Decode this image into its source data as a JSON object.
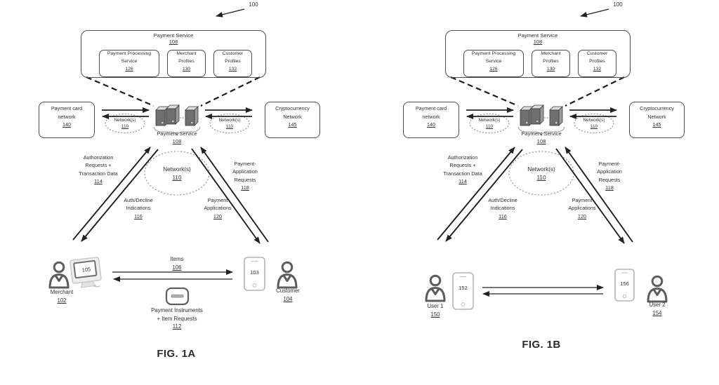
{
  "figure": {
    "ref_label": "100",
    "fig1a_caption": "FIG. 1A",
    "fig1b_caption": "FIG. 1B"
  },
  "payment_service": {
    "title": "Payment Service",
    "ref": "108",
    "processing": {
      "line1": "Payment Processing",
      "line2": "Service",
      "ref": "126"
    },
    "merchant_profiles": {
      "line1": "Merchant",
      "line2": "Profiles",
      "ref": "130"
    },
    "customer_profiles": {
      "line1": "Customer",
      "line2": "Profiles",
      "ref": "132"
    }
  },
  "network_row": {
    "card_network": {
      "line1": "Payment card",
      "line2": "network",
      "ref": "140"
    },
    "crypto_network": {
      "line1": "Cryptocurrency",
      "line2": "Network",
      "ref": "145"
    },
    "cloud": {
      "title": "Network(s)",
      "ref": "110"
    },
    "servers_label": {
      "title": "Payment Service",
      "ref": "108"
    }
  },
  "central_cloud": {
    "title": "Network(s)",
    "ref": "110"
  },
  "flows": {
    "auth_requests": {
      "line1": "Authorization",
      "line2": "Requests +",
      "line3": "Transaction Data",
      "ref": "114"
    },
    "auth_decline": {
      "line1": "Auth/Decline",
      "line2": "Indications",
      "ref": "116"
    },
    "pay_app_requests": {
      "line1": "Payment-",
      "line2": "Application",
      "line3": "Requests",
      "ref": "118"
    },
    "pay_apps": {
      "line1": "Payment",
      "line2": "Applications",
      "ref": "120"
    }
  },
  "fig1a": {
    "merchant": {
      "label": "Merchant",
      "ref": "102"
    },
    "merchant_device": {
      "ref": "105"
    },
    "items": {
      "label": "Items",
      "ref": "106"
    },
    "payment_instruments": {
      "line1": "Payment Instruments",
      "line2": "+ Item Requests",
      "ref": "112"
    },
    "customer_device": {
      "ref": "103"
    },
    "customer": {
      "label": "Customer",
      "ref": "104"
    }
  },
  "fig1b": {
    "user1": {
      "label": "User 1",
      "ref": "150"
    },
    "user1_device": {
      "ref": "152"
    },
    "user2_device": {
      "ref": "156"
    },
    "user2": {
      "label": "User 2",
      "ref": "154"
    }
  }
}
